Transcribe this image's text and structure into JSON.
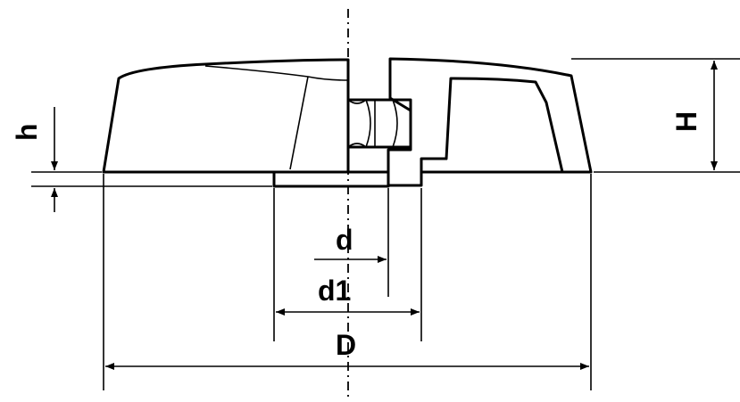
{
  "labels": {
    "h": "h",
    "H": "H",
    "d": "d",
    "d1": "d1",
    "D": "D"
  },
  "colors": {
    "stroke": "#000000",
    "background": "#ffffff"
  }
}
